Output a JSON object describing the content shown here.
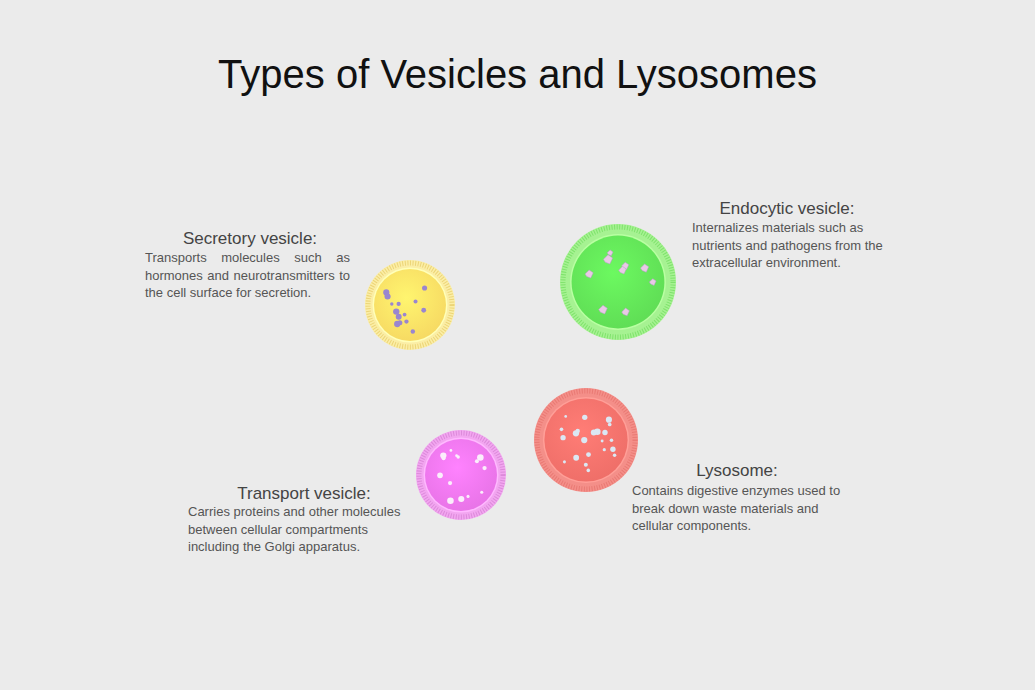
{
  "diagram": {
    "title": "Types of Vesicles and Lysosomes",
    "nodes": [
      {
        "text": [
          "Endocytic vesicle:",
          "Internalizes materials such as nutrients and pathogens from the extracellular environment."
        ]
      },
      {
        "text": [
          "Secretory vesicle:",
          "Transports molecules such as hormones and neurotransmitters to the cell surface for secretion."
        ]
      },
      {
        "text": [
          "Lysosome:",
          "Contains digestive enzymes used to break down waste materials and cellular components."
        ]
      },
      {
        "text": [
          "Transport vesicle:",
          "Carries proteins and other molecules between cellular compartments including the Golgi apparatus."
        ]
      }
    ]
  }
}
